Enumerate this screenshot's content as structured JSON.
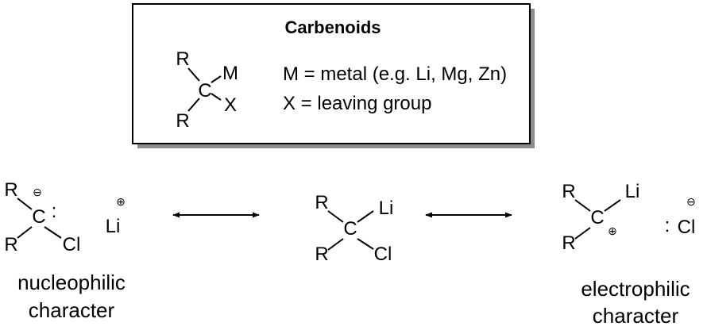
{
  "box": {
    "title": "Carbenoids",
    "structure": {
      "r_top": "R",
      "r_bottom": "R",
      "carbon": "C",
      "metal": "M",
      "leaving": "X"
    },
    "definition_metal": "M =  metal (e.g. Li, Mg, Zn)",
    "definition_leaving": "X = leaving group"
  },
  "left_form": {
    "r_top": "R",
    "r_bottom": "R",
    "carbon": "C",
    "lone_pair": ":",
    "anion_charge": "⊖",
    "halogen": "Cl",
    "counter_ion": "Li",
    "counter_charge": "⊕",
    "caption_line1": "nucleophilic",
    "caption_line2": "character"
  },
  "center_form": {
    "r_top": "R",
    "r_bottom": "R",
    "carbon": "C",
    "metal": "Li",
    "halogen": "Cl"
  },
  "right_form": {
    "r_top": "R",
    "r_bottom": "R",
    "carbon": "C",
    "metal": "Li",
    "cation_charge": "⊕",
    "lone_pair": ":",
    "chloride": "Cl",
    "chloride_charge": "⊖",
    "caption_line1": "electrophilic",
    "caption_line2": "character"
  }
}
